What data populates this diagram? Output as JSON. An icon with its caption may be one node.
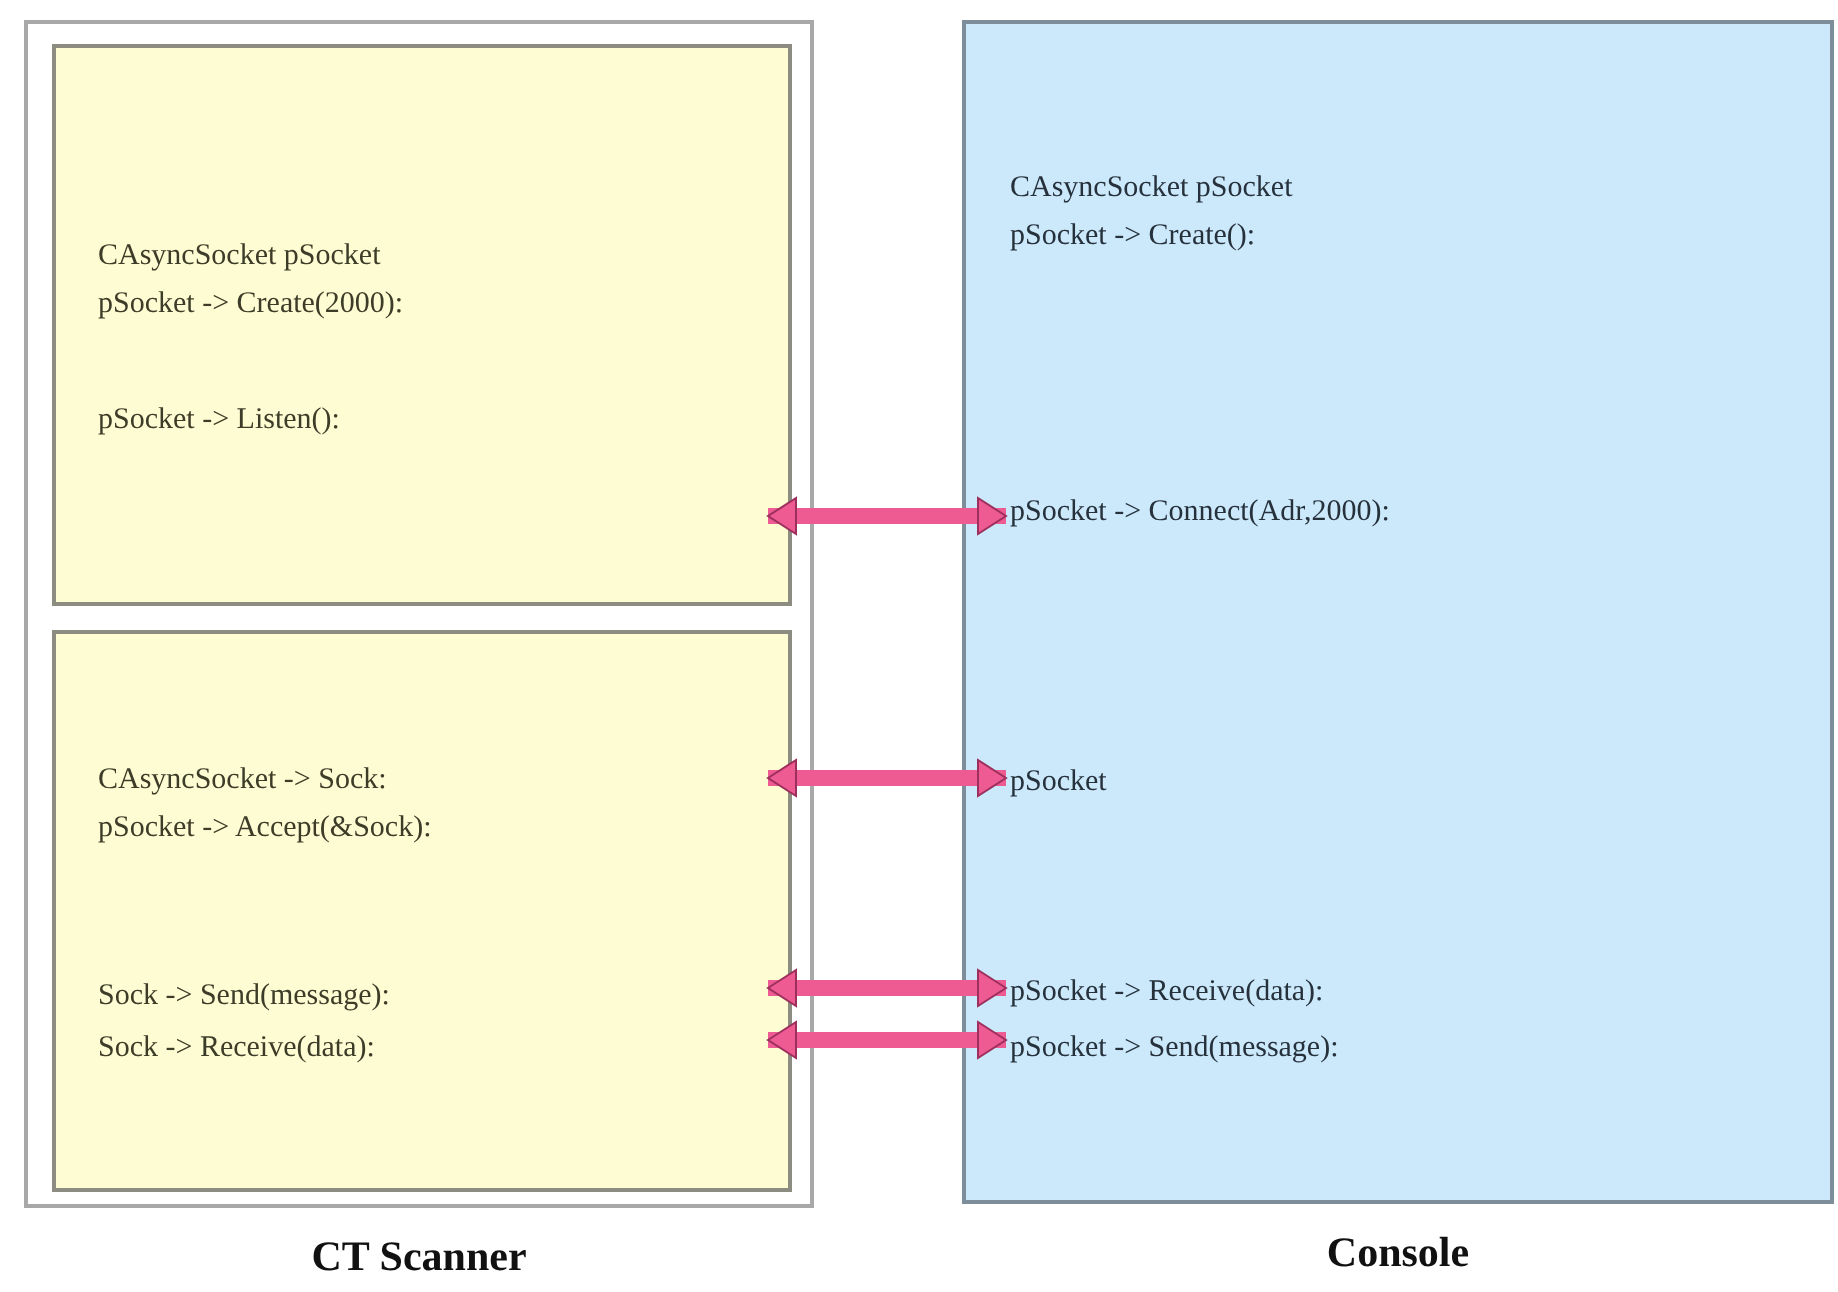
{
  "diagram": {
    "nodes": [
      {
        "text": [
          "CT Scanner"
        ]
      },
      {
        "text": [],
        "shape": "box",
        "in": 0
      },
      {
        "text": [
          "CAsyncSocket pSocket",
          "pSocket -> Create(2000):"
        ],
        "in": 1
      },
      {
        "text": [
          "pSocket -> Listen():"
        ],
        "in": 1
      },
      {
        "text": [],
        "shape": "box",
        "in": 0
      },
      {
        "text": [
          "CAsyncSocket -> Sock:",
          "pSocket -> Accept(&Sock):"
        ],
        "in": 4
      },
      {
        "text": [
          "Sock -> Send(message):"
        ],
        "in": 4
      },
      {
        "text": [
          "Sock -> Receive(data):"
        ],
        "in": 4
      },
      {
        "text": [
          "Console"
        ]
      },
      {
        "text": [
          "CAsyncSocket pSocket",
          "pSocket -> Create():"
        ],
        "in": 8
      },
      {
        "text": [
          "pSocket -> Connect(Adr,2000):"
        ],
        "in": 8
      },
      {
        "text": [
          "pSocket"
        ],
        "in": 8
      },
      {
        "text": [
          "pSocket -> Receive(data):"
        ],
        "in": 8
      },
      {
        "text": [
          "pSocket -> Send(message):"
        ],
        "in": 8
      }
    ],
    "edges": [
      {
        "from": 1,
        "to": 10,
        "arrow": "both"
      },
      {
        "from": 4,
        "to": 11,
        "arrow": "both"
      },
      {
        "from": 4,
        "to": 12,
        "arrow": "both"
      },
      {
        "from": 4,
        "to": 13,
        "arrow": "both"
      }
    ]
  }
}
